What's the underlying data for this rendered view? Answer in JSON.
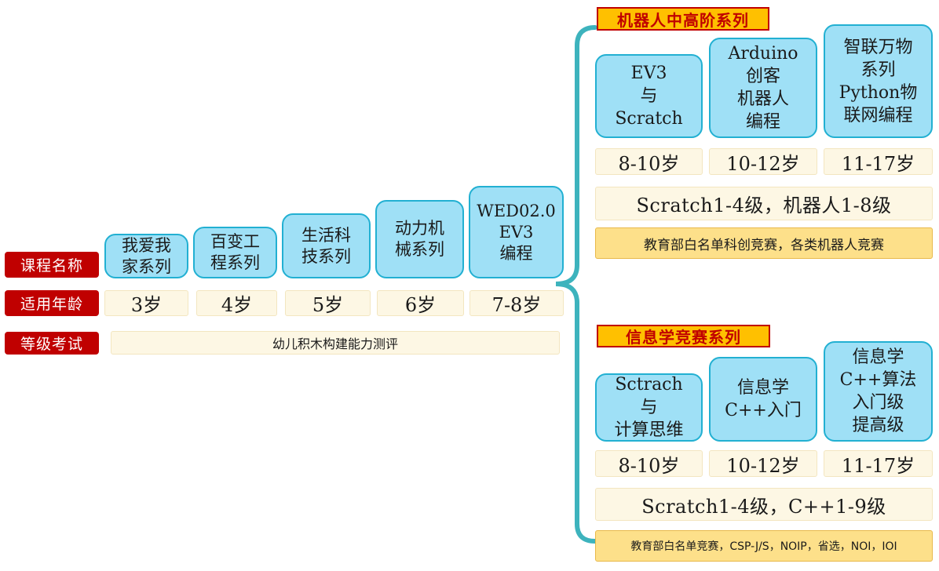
{
  "row_labels": {
    "course_name": "课程名称",
    "age_range": "适用年龄",
    "exam": "等级考试"
  },
  "basic_courses": [
    {
      "name": "我爱我\n家系列",
      "age": "3岁"
    },
    {
      "name": "百变工\n程系列",
      "age": "4岁"
    },
    {
      "name": "生活科\n技系列",
      "age": "5岁"
    },
    {
      "name": "动力机\n械系列",
      "age": "6岁"
    },
    {
      "name": "WED02.0\nEV3\n编程",
      "age": "7-8岁"
    }
  ],
  "basic_assessment": "幼儿积木构建能力测评",
  "robotics": {
    "title": "机器人中高阶系列",
    "courses": [
      {
        "name": "EV3\n与\nScratch",
        "age": "8-10岁"
      },
      {
        "name": "Arduino\n创客\n机器人\n编程",
        "age": "10-12岁"
      },
      {
        "name": "智联万物\n系列\nPython物\n联网编程",
        "age": "11-17岁"
      }
    ],
    "level": "Scratch1-4级，机器人1-8级",
    "competition": "教育部白名单科创竞赛，各类机器人竞赛"
  },
  "informatics": {
    "title": "信息学竞赛系列",
    "courses": [
      {
        "name": "Sctrach\n与\n计算思维",
        "age": "8-10岁"
      },
      {
        "name": "信息学\nC++入门",
        "age": "10-12岁"
      },
      {
        "name": "信息学\nC++算法\n入门级\n提高级",
        "age": "11-17岁"
      }
    ],
    "level": "Scratch1-4级，C++1-9级",
    "competition": "教育部白名单竞赛，CSP-J/S，NOIP，省选，NOI，IOI"
  },
  "colors": {
    "label_red": "#c00000",
    "course_blue": "#9fe0f6",
    "course_border": "#22b0d2",
    "bracket_teal": "#3db3bd",
    "cream": "#fdf7e4",
    "gold": "#fde08a",
    "series_orange": "#ffc000"
  }
}
